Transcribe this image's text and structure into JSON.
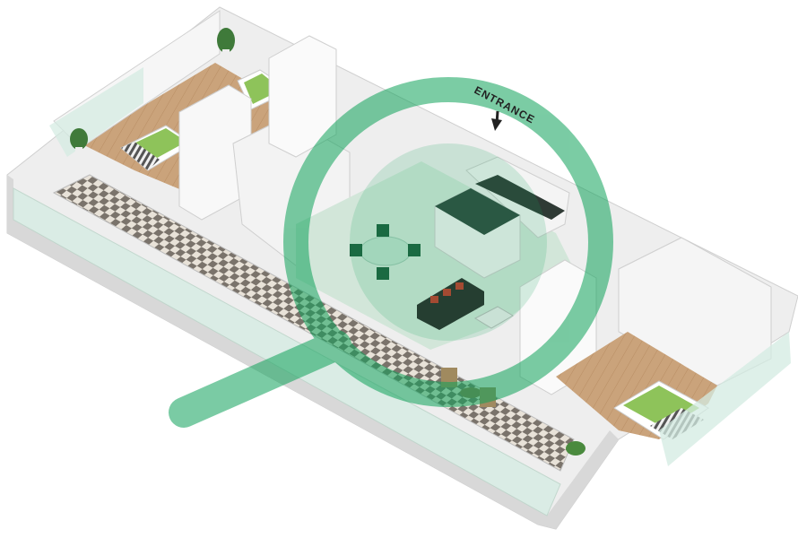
{
  "floor_plan": {
    "entrance_label": "ENTRANCE",
    "entrance_icon": "arrow-down-icon",
    "watermark": "magnifier-watermark",
    "colors": {
      "wall": "#f4f4f4",
      "wall_shadow": "#d9d9d9",
      "floor_wood": "#c9a27a",
      "tile_light": "#e8e2d8",
      "tile_dark": "#7a736b",
      "kitchen_stone": "#2f3a35",
      "bed_green": "#8ec35a",
      "sofa": "#2a2a2a",
      "cushion": "#c0392b",
      "glass": "#cfe9df",
      "watermark_green": "#0fa25a"
    },
    "rooms": [
      {
        "name": "bedroom-1"
      },
      {
        "name": "bathroom-1"
      },
      {
        "name": "kitchen"
      },
      {
        "name": "living-dining"
      },
      {
        "name": "bathroom-2"
      },
      {
        "name": "bedroom-2"
      },
      {
        "name": "terrace"
      }
    ]
  }
}
